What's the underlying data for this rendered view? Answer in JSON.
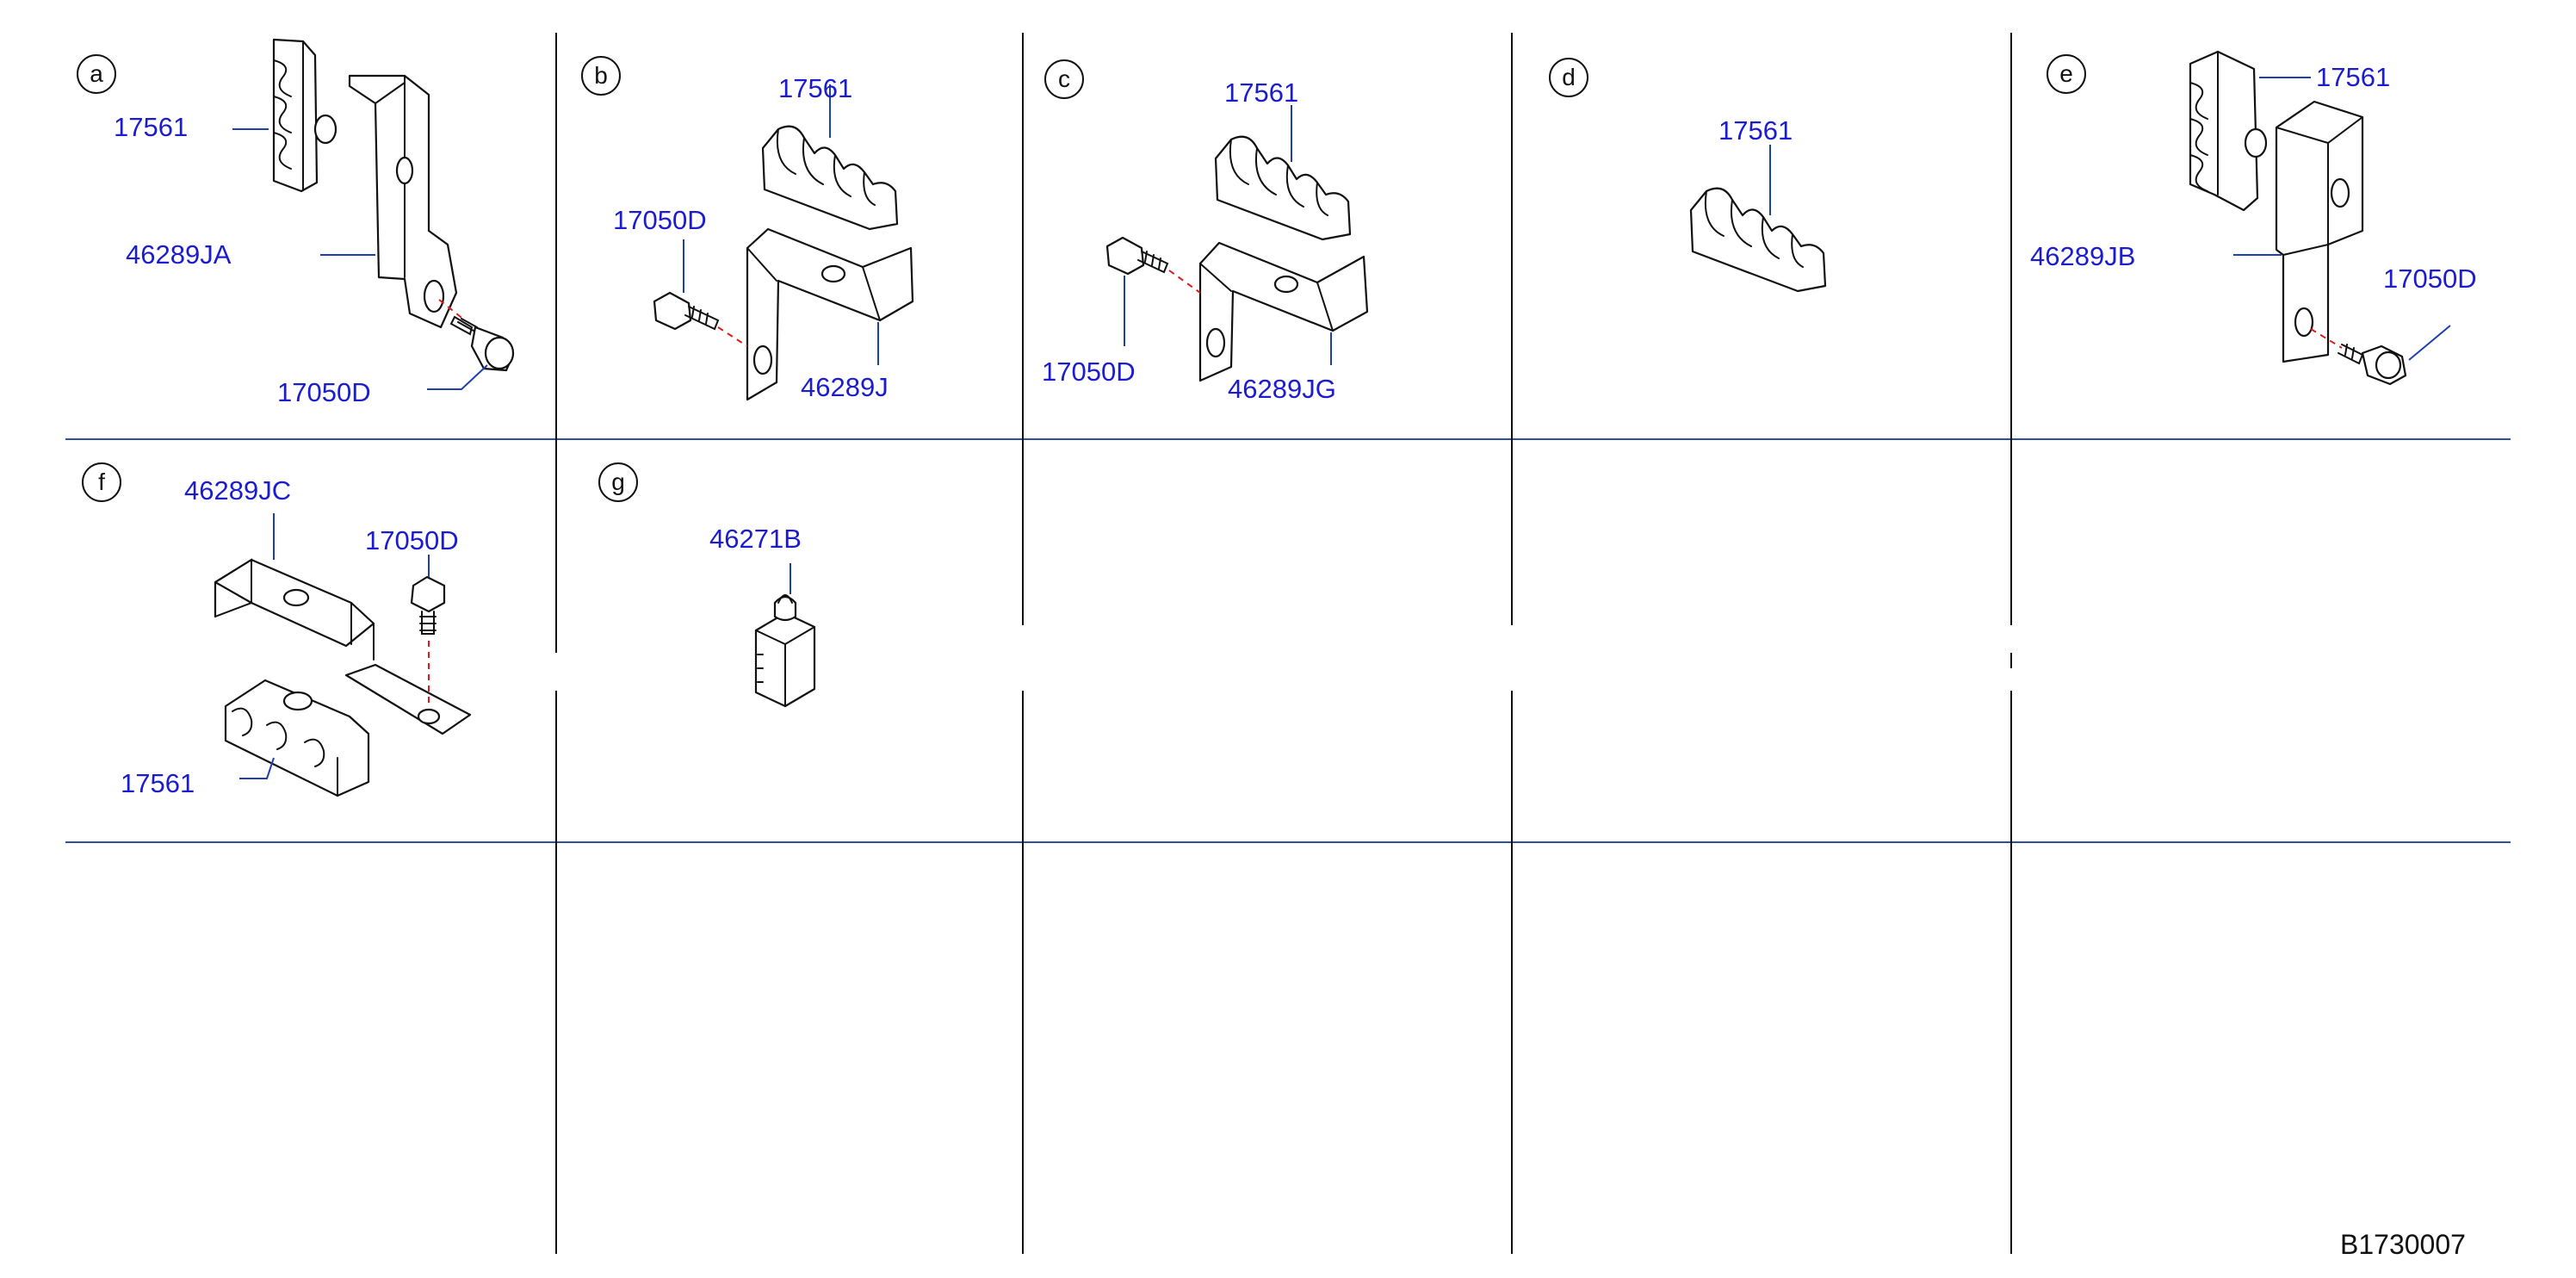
{
  "panels": {
    "a": {
      "letter": "a",
      "clip": "17561",
      "bracket": "46289JA",
      "bolt": "17050D"
    },
    "b": {
      "letter": "b",
      "clip": "17561",
      "bracket": "46289J",
      "bolt": "17050D"
    },
    "c": {
      "letter": "c",
      "clip": "17561",
      "bracket": "46289JG",
      "bolt": "17050D"
    },
    "d": {
      "letter": "d",
      "clip": "17561"
    },
    "e": {
      "letter": "e",
      "clip": "17561",
      "bracket": "46289JB",
      "bolt": "17050D"
    },
    "f": {
      "letter": "f",
      "clip": "17561",
      "bracket": "46289JC",
      "bolt": "17050D"
    },
    "g": {
      "letter": "g",
      "part": "46271B"
    }
  },
  "diagram_id": "B1730007",
  "colors": {
    "part_number": "#1c1ccf",
    "grid_line": "#2f4f9a",
    "leader": "#1f3fae",
    "dashed_axis": "#e01818"
  },
  "icons": {
    "clip": "pipe-clip-icon",
    "bracket": "bracket-icon",
    "bolt": "flange-bolt-icon",
    "plug": "plug-icon"
  }
}
